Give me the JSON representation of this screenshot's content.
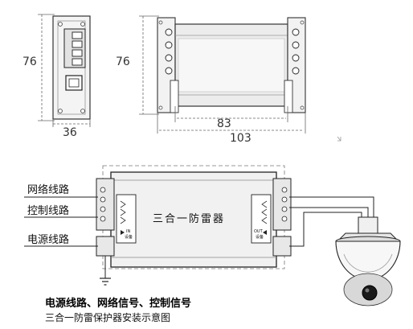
{
  "dimensions": {
    "front_height": "76",
    "front_width": "36",
    "side_height": "76",
    "inner_length": "83",
    "total_length": "103"
  },
  "wiring": {
    "network_line": "网络线路",
    "control_line": "控制线路",
    "power_line": "电源线路"
  },
  "device": {
    "title": "三合一防雷器",
    "in_label": "IN",
    "in_sub": "设备",
    "out_label": "OUT",
    "out_sub": "设备"
  },
  "caption": {
    "line1": "电源线路、网络信号、控制信号",
    "line2": "三合一防雷保护器安装示意图"
  },
  "icons": [
    "ground-icon",
    "dome-camera-icon",
    "rj45-port-icon",
    "terminal-screw-icon",
    "arrow-icon"
  ]
}
